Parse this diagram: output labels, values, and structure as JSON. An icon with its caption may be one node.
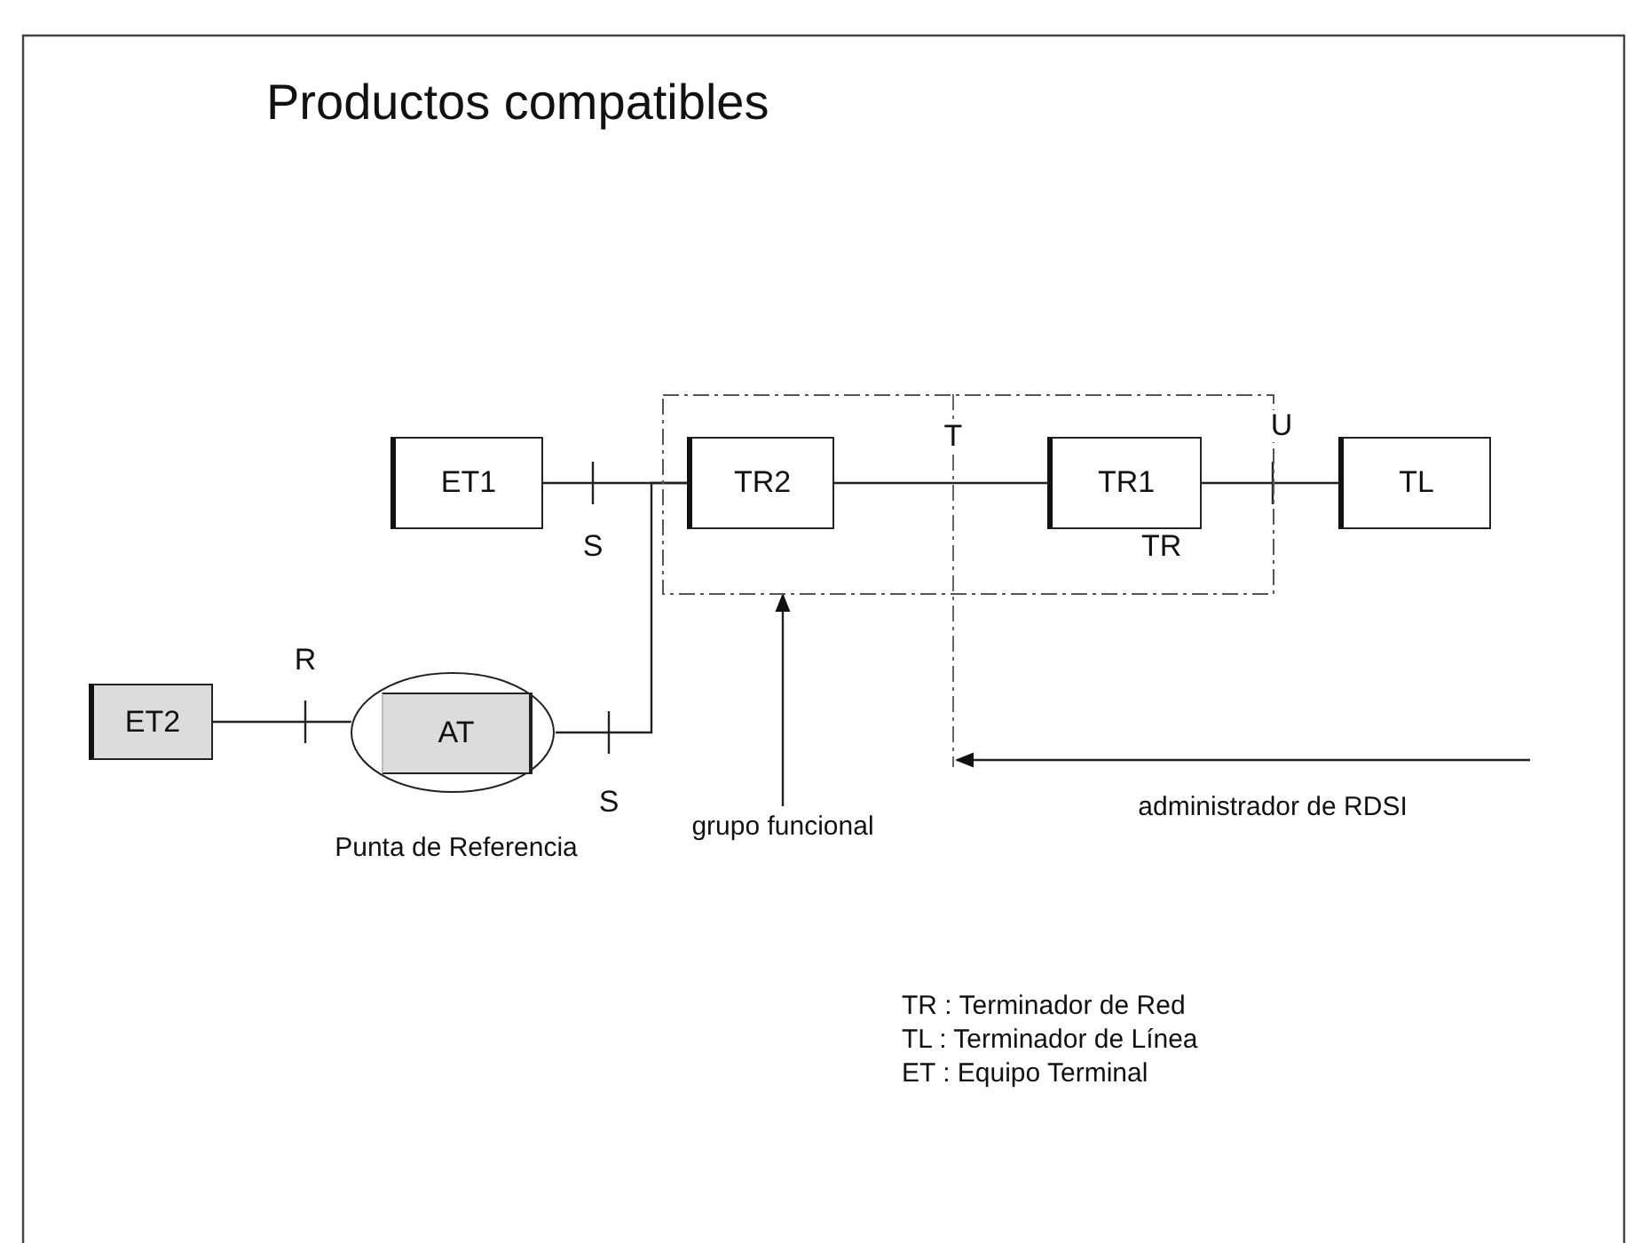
{
  "diagram": {
    "title": "Productos compatibles",
    "nodes": [
      {
        "text": [
          "TR"
        ]
      },
      {
        "text": [
          "ET1"
        ]
      },
      {
        "text": [
          "TR2"
        ],
        "in": 0
      },
      {
        "text": [
          "TR1"
        ],
        "in": 0
      },
      {
        "text": [
          "TL"
        ]
      },
      {
        "text": [
          "ET2"
        ]
      },
      {
        "text": [
          "AT"
        ],
        "beside": [
          "Punta de Referencia"
        ]
      },
      {
        "text": [
          "grupo funcional"
        ]
      },
      {
        "text": [],
        "shape": "line"
      }
    ],
    "edges": [
      {
        "from": 1,
        "to": 2,
        "arrow": "none",
        "label": "S"
      },
      {
        "from": 2,
        "to": 3,
        "arrow": "none",
        "label": "T"
      },
      {
        "from": 3,
        "to": 4,
        "arrow": "none",
        "label": "U"
      },
      {
        "from": 5,
        "to": 6,
        "arrow": "none",
        "label": "R"
      },
      {
        "from": 6,
        "to": 2,
        "arrow": "none",
        "label": "S"
      },
      {
        "from": 7,
        "to": 0,
        "arrow": "to"
      },
      {
        "from": null,
        "to": 8,
        "arrow": "to",
        "label": "administrador de RDSI"
      }
    ],
    "labels": [
      "TR : Terminador de Red",
      "TL : Terminador de Línea",
      "ET : Equipo Terminal"
    ]
  }
}
